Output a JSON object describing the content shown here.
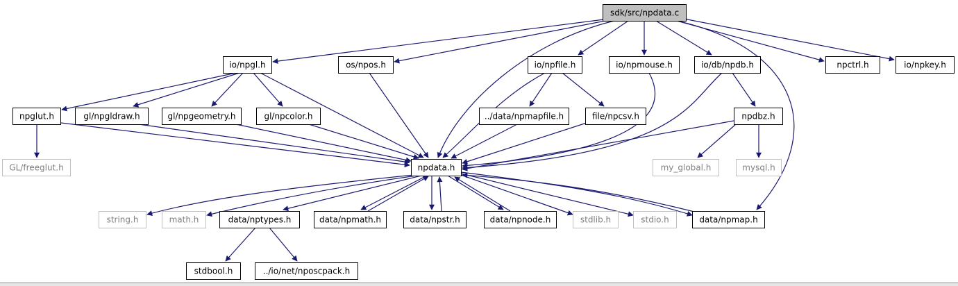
{
  "colors": {
    "edge": "#191970",
    "node_border": "#000000",
    "external_border": "#bfbfbf",
    "external_text": "#808080",
    "root_fill": "#bfbfbf"
  },
  "nodes": [
    {
      "id": "root",
      "label": "sdk/src/npdata.c",
      "kind": "root"
    },
    {
      "id": "npgl",
      "label": "io/npgl.h",
      "kind": "file"
    },
    {
      "id": "npos",
      "label": "os/npos.h",
      "kind": "file"
    },
    {
      "id": "npfile",
      "label": "io/npfile.h",
      "kind": "file"
    },
    {
      "id": "npmouse",
      "label": "io/npmouse.h",
      "kind": "file"
    },
    {
      "id": "npdb",
      "label": "io/db/npdb.h",
      "kind": "file"
    },
    {
      "id": "npctrl",
      "label": "npctrl.h",
      "kind": "file"
    },
    {
      "id": "npkey",
      "label": "io/npkey.h",
      "kind": "file"
    },
    {
      "id": "npglut",
      "label": "npglut.h",
      "kind": "file"
    },
    {
      "id": "npgldraw",
      "label": "gl/npgldraw.h",
      "kind": "file"
    },
    {
      "id": "npgeometry",
      "label": "gl/npgeometry.h",
      "kind": "file"
    },
    {
      "id": "npcolor",
      "label": "gl/npcolor.h",
      "kind": "file"
    },
    {
      "id": "npmapfile",
      "label": "../data/npmapfile.h",
      "kind": "file"
    },
    {
      "id": "npcsv",
      "label": "file/npcsv.h",
      "kind": "file"
    },
    {
      "id": "npdbz",
      "label": "npdbz.h",
      "kind": "file"
    },
    {
      "id": "freeglut",
      "label": "GL/freeglut.h",
      "kind": "external"
    },
    {
      "id": "npdata",
      "label": "npdata.h",
      "kind": "file"
    },
    {
      "id": "my_global",
      "label": "my_global.h",
      "kind": "external"
    },
    {
      "id": "mysql",
      "label": "mysql.h",
      "kind": "external"
    },
    {
      "id": "string",
      "label": "string.h",
      "kind": "external"
    },
    {
      "id": "math",
      "label": "math.h",
      "kind": "external"
    },
    {
      "id": "nptypes",
      "label": "data/nptypes.h",
      "kind": "file"
    },
    {
      "id": "npmath",
      "label": "data/npmath.h",
      "kind": "file"
    },
    {
      "id": "npstr",
      "label": "data/npstr.h",
      "kind": "file"
    },
    {
      "id": "npnode",
      "label": "data/npnode.h",
      "kind": "file"
    },
    {
      "id": "stdlib",
      "label": "stdlib.h",
      "kind": "external"
    },
    {
      "id": "stdio",
      "label": "stdio.h",
      "kind": "external"
    },
    {
      "id": "npmap",
      "label": "data/npmap.h",
      "kind": "file"
    },
    {
      "id": "stdbool",
      "label": "stdbool.h",
      "kind": "file"
    },
    {
      "id": "nposcpack",
      "label": "../io/net/nposcpack.h",
      "kind": "file"
    }
  ]
}
